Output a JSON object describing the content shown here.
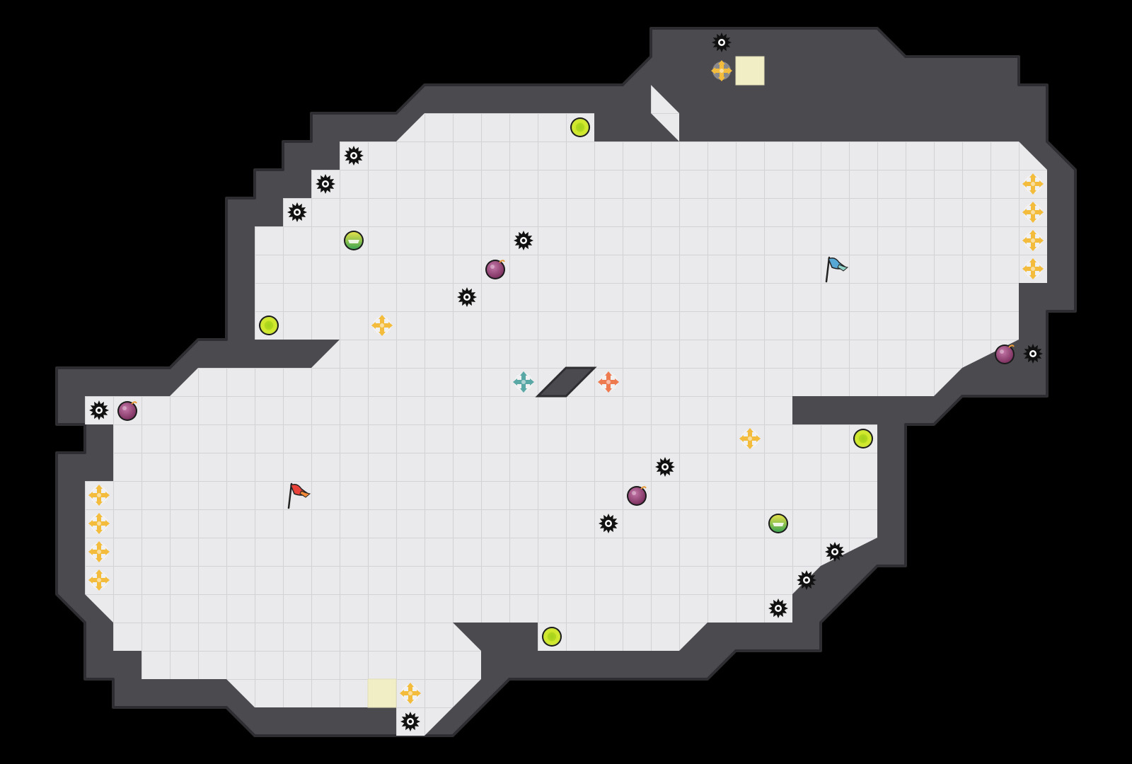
{
  "map": {
    "title": "",
    "grid": {
      "cols": 40,
      "rows": 27
    },
    "colors": {
      "background": "#000000",
      "floor": "#eaeaec",
      "floor_line": "#d2d2d6",
      "wall": "#4a4a4f",
      "wall_edge": "#2e2e32",
      "tile_highlight": "#f1eec6",
      "teal": "#5aa8a6",
      "orange": "#ee7a50",
      "yellow_boost": "#f3bc3c",
      "red_flag": "#e8423b",
      "blue_flag": "#58a8d6",
      "green_orb": "#c9e23a",
      "purple_bomb": "#8a3d6c"
    },
    "bases": [
      {
        "team": "red",
        "icon": "red-flag-icon",
        "cell": [
          10,
          17
        ]
      },
      {
        "team": "blue",
        "icon": "blue-flag-icon",
        "cell": [
          29,
          9
        ]
      }
    ],
    "team_tiles": [
      {
        "team": "blue",
        "icon": "teal-boost-icon",
        "cell": [
          18,
          13
        ]
      },
      {
        "team": "red",
        "icon": "orange-boost-icon",
        "cell": [
          21,
          13
        ]
      }
    ],
    "boosts": [
      [
        25,
        2
      ],
      [
        13,
        11
      ],
      [
        26,
        15
      ],
      [
        36,
        6
      ],
      [
        36,
        7
      ],
      [
        36,
        8
      ],
      [
        36,
        9
      ],
      [
        3,
        17
      ],
      [
        3,
        18
      ],
      [
        3,
        19
      ],
      [
        3,
        20
      ],
      [
        14,
        24
      ]
    ],
    "spikes": [
      [
        25,
        1
      ],
      [
        12,
        5
      ],
      [
        11,
        6
      ],
      [
        10,
        7
      ],
      [
        18,
        8
      ],
      [
        16,
        10
      ],
      [
        36,
        12
      ],
      [
        3,
        14
      ],
      [
        23,
        16
      ],
      [
        21,
        18
      ],
      [
        29,
        19
      ],
      [
        28,
        20
      ],
      [
        27,
        21
      ],
      [
        14,
        25
      ]
    ],
    "powerups": [
      [
        20,
        4
      ],
      [
        9,
        11
      ],
      [
        30,
        15
      ],
      [
        19,
        22
      ]
    ],
    "juke_juice": [
      [
        12,
        8
      ],
      [
        27,
        18
      ]
    ],
    "bombs": [
      [
        17,
        9
      ],
      [
        35,
        12
      ],
      [
        4,
        14
      ],
      [
        22,
        17
      ]
    ],
    "highlight_tiles": [
      [
        26,
        2
      ],
      [
        13,
        24
      ]
    ]
  }
}
